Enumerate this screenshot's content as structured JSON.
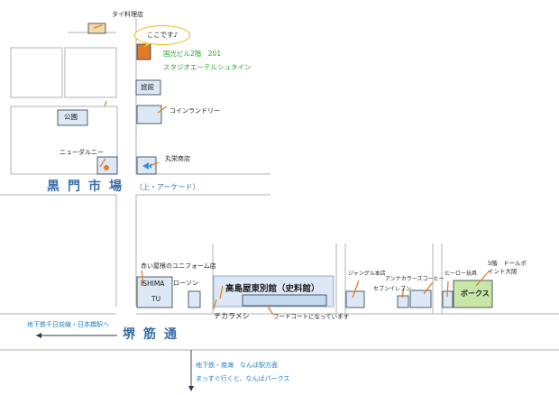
{
  "places": {
    "thai_restaurant": "タイ料理店",
    "here": "ここです♪",
    "target_building": "国光ビル2階　201",
    "studio_name": "スタジオエーテルシュタイン",
    "ryokan": "旅館",
    "coin_laundry": "コインランドリー",
    "park": "公園",
    "new_darunii": "ニューダルニー",
    "marumi_shoten": "丸栄商店",
    "uniform_shop": "赤い屋根のユニフォーム店",
    "ishimatsu_line1": "ISHIMA",
    "ishimatsu_line2": "TU",
    "lawson": "ローソン",
    "takashimaya": "高島屋東別館（史料館）",
    "chikarameshi": "チカラメシ",
    "food_court": "フードコートになっています",
    "jungle": "ジャングル本店",
    "animate_coffee": "アンナカラーズコーヒー",
    "seven_eleven": "セブンイレブン",
    "hero_toys": "ヒーロー玩具",
    "box_5f": "5階　ドールポ",
    "box_osaka": "イント大阪",
    "volks": "ボークス"
  },
  "streets": {
    "kuromon": "黒門市場",
    "kuromon_note": "（上・アーケード）",
    "sakaisuji": "堺筋通"
  },
  "directions": {
    "subway_left": "地下鉄千日前線・日本橋駅へ",
    "subway_down_1": "地下鉄・南海　なんば駅方面",
    "subway_down_2": "まっすぐ行くと、なんばパークス"
  },
  "colors": {
    "road_line": "#b0b0b0",
    "building_fill": "#dce8f6",
    "building_stroke": "#2a3a4a",
    "marker_orange": "#e67e22",
    "target_building": "#e07b25",
    "volks_fill": "#c8e6a8",
    "street_text": "#3a6ea8",
    "green_text": "#2aa52a",
    "blue_text": "#1e7fc0"
  }
}
